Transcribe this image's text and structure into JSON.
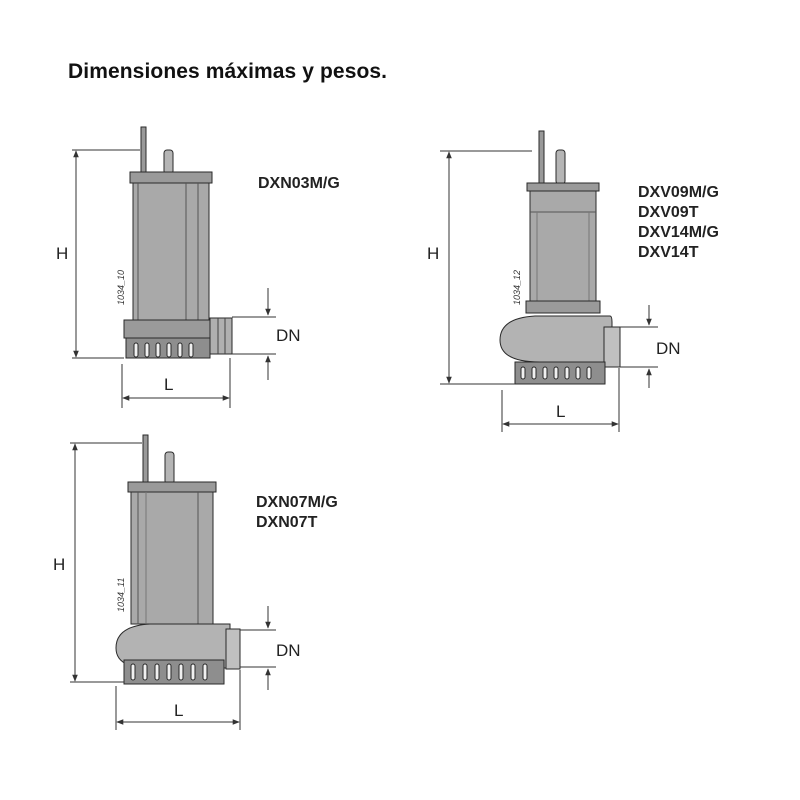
{
  "title": "Dimensiones máximas y pesos.",
  "colors": {
    "body_fill": "#a9a9a9",
    "dark_fill": "#8a8a8a",
    "light_fill": "#c4c4c4",
    "outline": "#2a2a2a",
    "dim_line": "#333333"
  },
  "pumps": [
    {
      "id": "dxn03",
      "models": [
        "DXN03M/G"
      ],
      "drawing_code": "1034_10",
      "labels": {
        "height": "H",
        "length": "L",
        "outlet": "DN"
      }
    },
    {
      "id": "dxv",
      "models": [
        "DXV09M/G",
        "DXV09T",
        "DXV14M/G",
        "DXV14T"
      ],
      "drawing_code": "1034_12",
      "labels": {
        "height": "H",
        "length": "L",
        "outlet": "DN"
      }
    },
    {
      "id": "dxn07",
      "models": [
        "DXN07M/G",
        "DXN07T"
      ],
      "drawing_code": "1034_11",
      "labels": {
        "height": "H",
        "length": "L",
        "outlet": "DN"
      }
    }
  ]
}
